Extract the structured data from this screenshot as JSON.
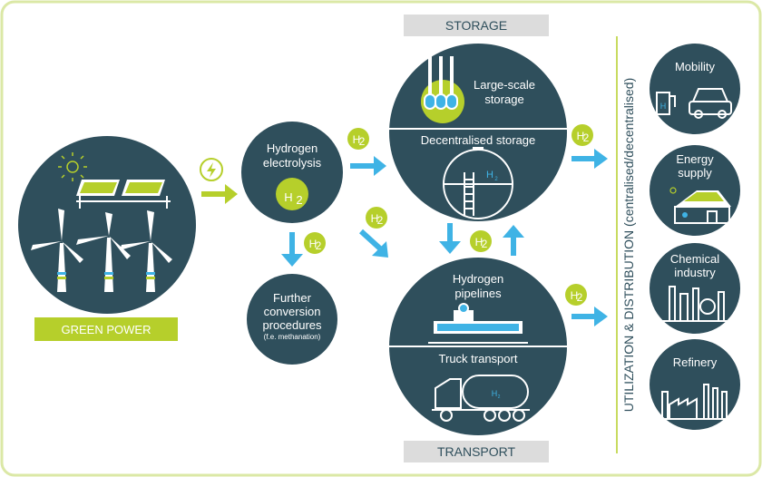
{
  "green_power": {
    "label": "GREEN POWER"
  },
  "electrolysis": {
    "label_line1": "Hydrogen",
    "label_line2": "electrolysis",
    "symbol": "H",
    "symbol_sub": "2"
  },
  "conversion": {
    "line1": "Further",
    "line2": "conversion",
    "line3": "procedures",
    "note": "(f.e. methanation)"
  },
  "storage": {
    "banner": "STORAGE",
    "large_line1": "Large-scale",
    "large_line2": "storage",
    "decentral": "Decentralised storage",
    "tank_label": "H",
    "tank_sub": "2"
  },
  "transport": {
    "banner": "TRANSPORT",
    "pipelines_line1": "Hydrogen",
    "pipelines_line2": "pipelines",
    "truck": "Truck transport",
    "truck_label": "H",
    "truck_sub": "2"
  },
  "h2_badge": {
    "text": "H",
    "sub": "2"
  },
  "utilization": {
    "vertical": "UTILIZATION & DISTRIBUTION (centralised/decentralised)"
  },
  "uses": [
    {
      "line1": "Mobility",
      "line2": ""
    },
    {
      "line1": "Energy",
      "line2": "supply"
    },
    {
      "line1": "Chemical",
      "line2": "industry"
    },
    {
      "line1": "Refinery",
      "line2": ""
    }
  ],
  "mobility_pump_label": "H",
  "colors": {
    "dark": "#2f4f5c",
    "green": "#b6cf2b",
    "blue": "#3fb3e5",
    "banner": "#dcdcdc",
    "frame": "#dbe8a6"
  }
}
